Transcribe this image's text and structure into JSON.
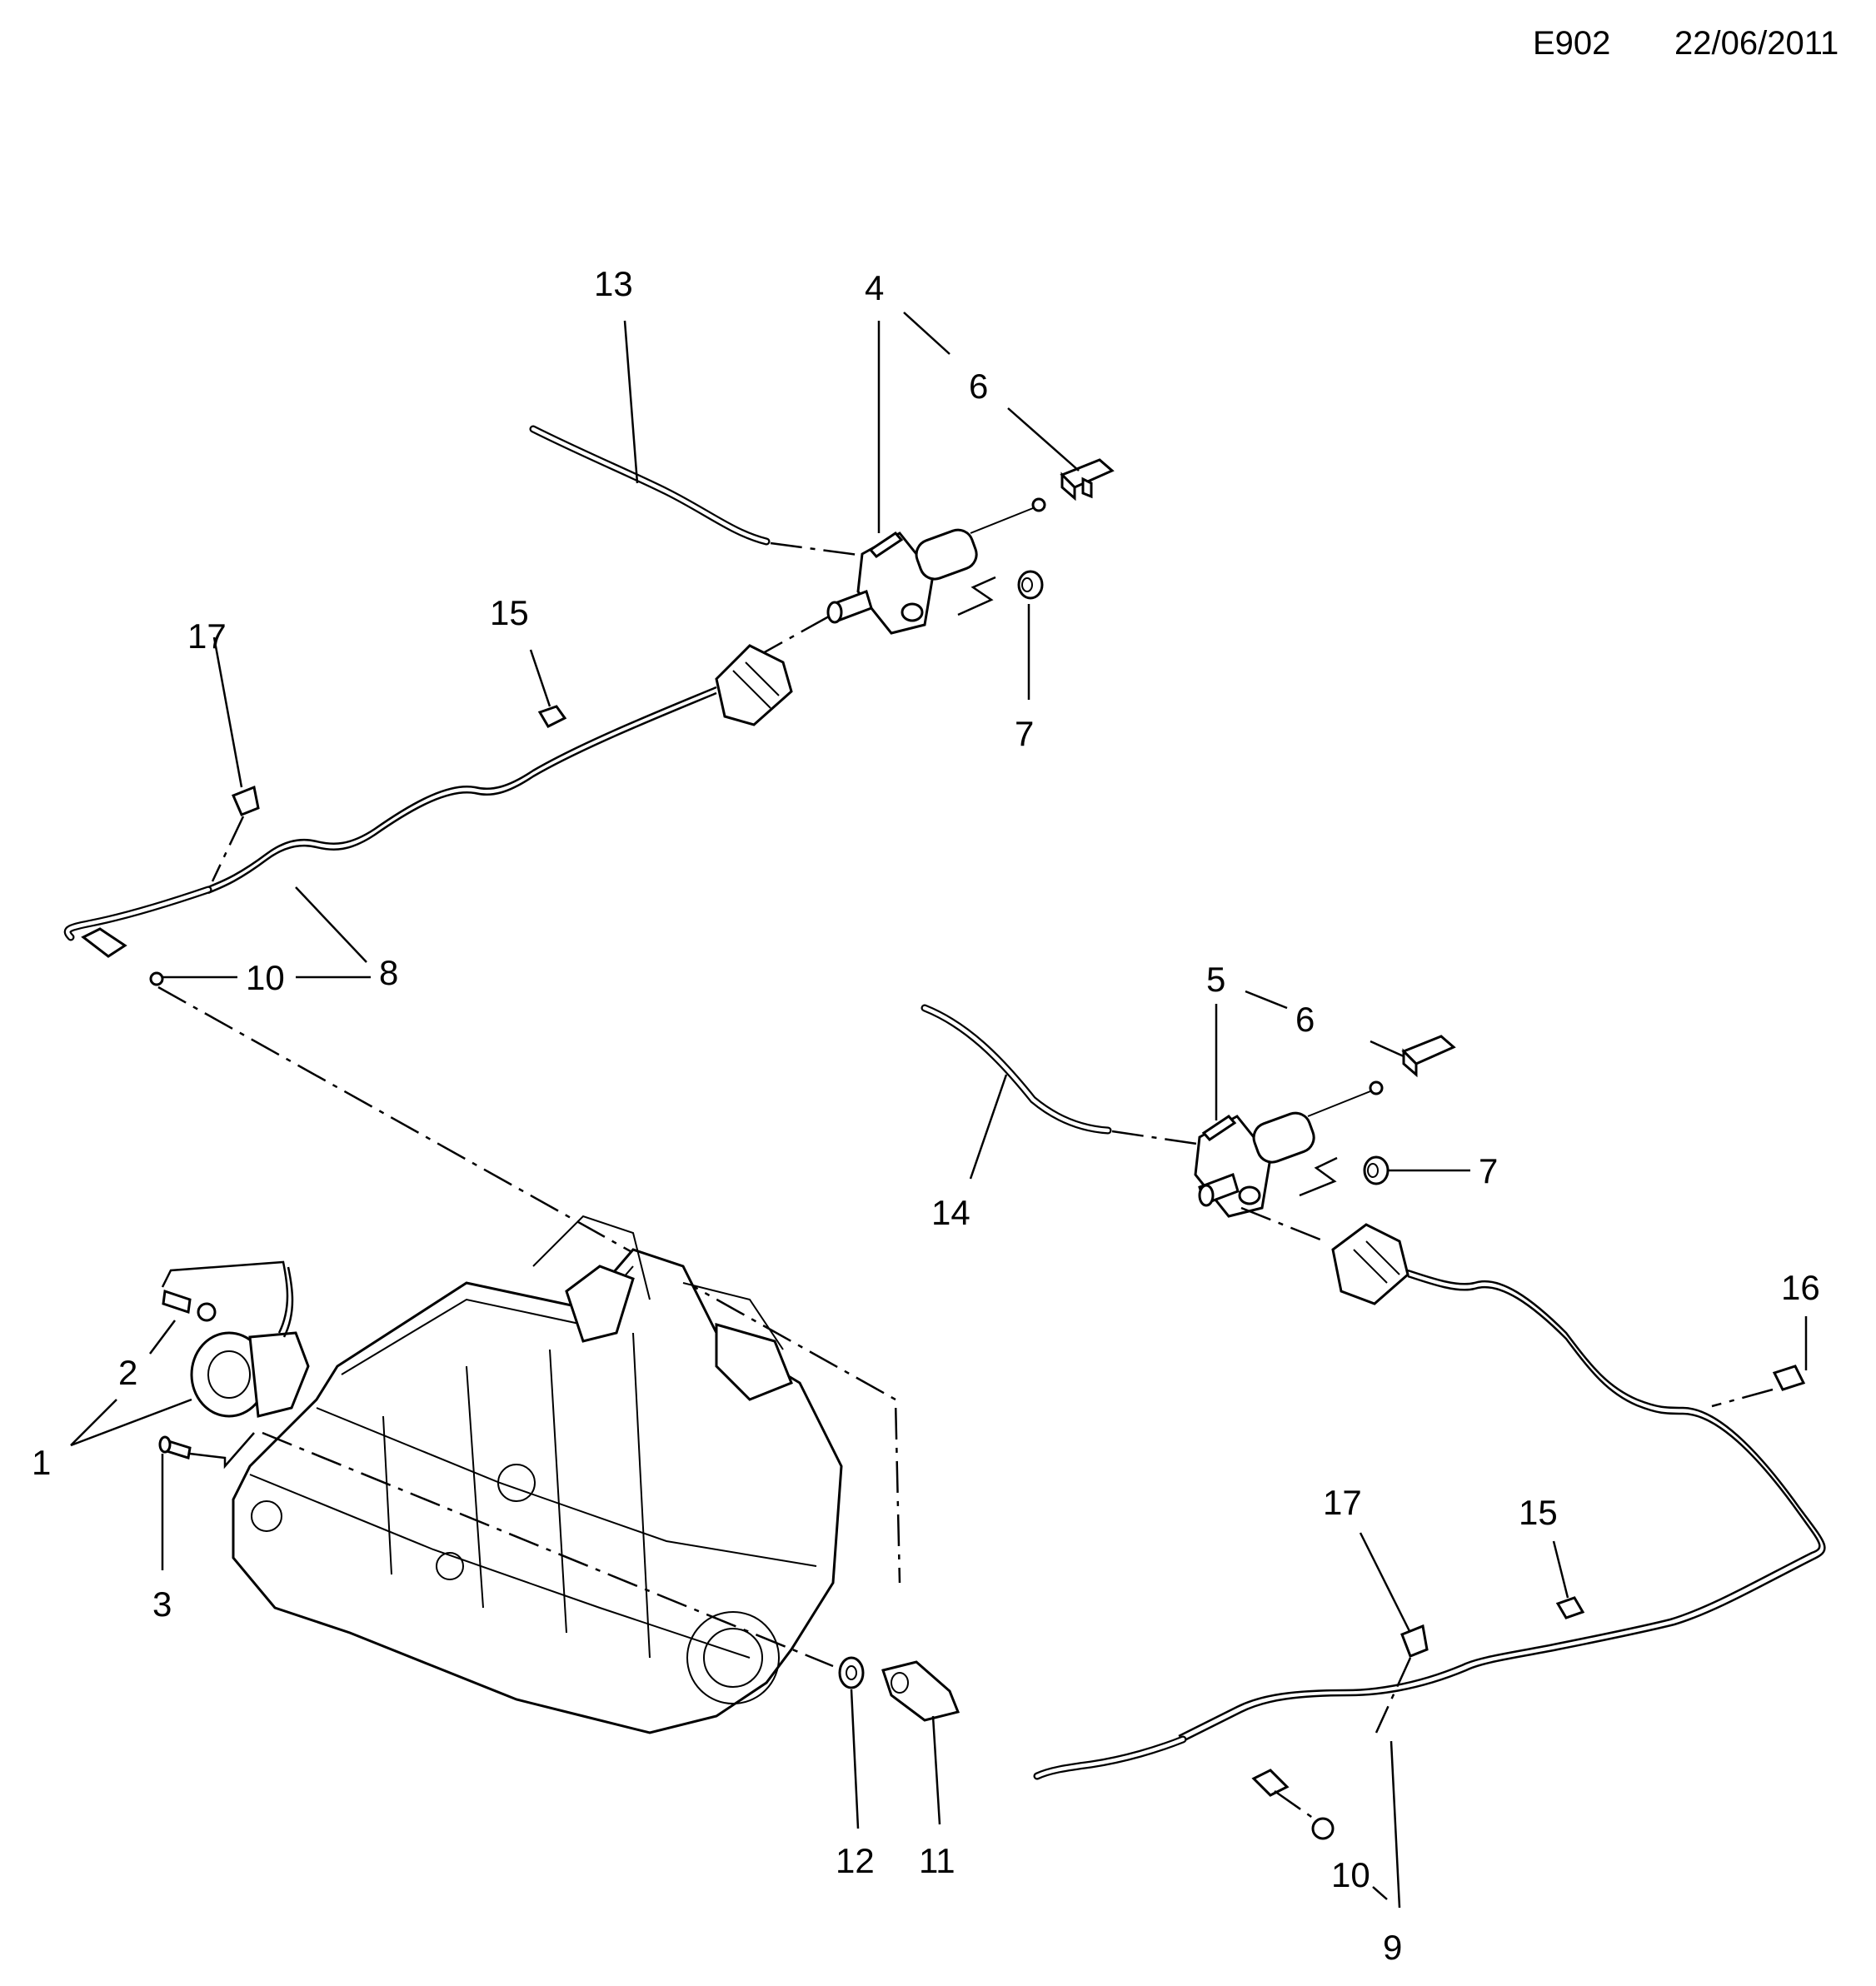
{
  "header": {
    "code": "E902",
    "date": "22/06/2011"
  },
  "callouts": [
    {
      "id": "c1",
      "text": "1"
    },
    {
      "id": "c2",
      "text": "2"
    },
    {
      "id": "c3",
      "text": "3"
    },
    {
      "id": "c4",
      "text": "4"
    },
    {
      "id": "c5",
      "text": "5"
    },
    {
      "id": "c6a",
      "text": "6"
    },
    {
      "id": "c6b",
      "text": "6"
    },
    {
      "id": "c7a",
      "text": "7"
    },
    {
      "id": "c7b",
      "text": "7"
    },
    {
      "id": "c8",
      "text": "8"
    },
    {
      "id": "c9",
      "text": "9"
    },
    {
      "id": "c10a",
      "text": "10"
    },
    {
      "id": "c10b",
      "text": "10"
    },
    {
      "id": "c11",
      "text": "11"
    },
    {
      "id": "c12",
      "text": "12"
    },
    {
      "id": "c13",
      "text": "13"
    },
    {
      "id": "c14",
      "text": "14"
    },
    {
      "id": "c15a",
      "text": "15"
    },
    {
      "id": "c15b",
      "text": "15"
    },
    {
      "id": "c16",
      "text": "16"
    },
    {
      "id": "c17a",
      "text": "17"
    },
    {
      "id": "c17b",
      "text": "17"
    }
  ]
}
